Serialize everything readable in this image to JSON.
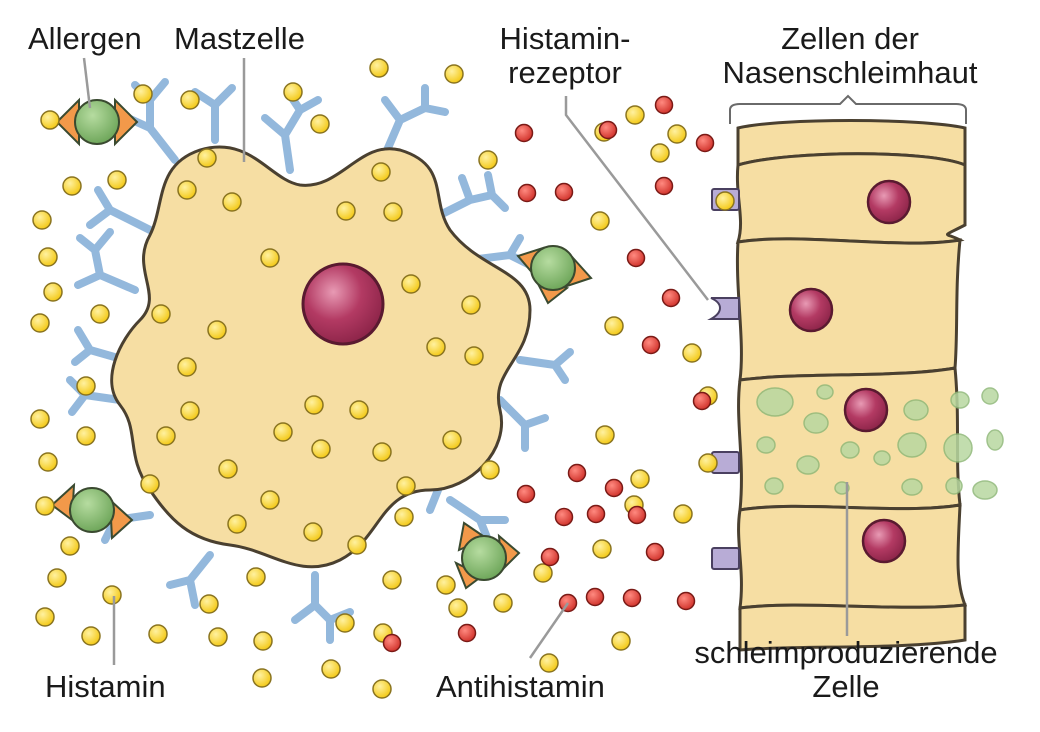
{
  "labels": {
    "allergen": "Allergen",
    "mastzelle": "Mastzelle",
    "histaminrezeptor_line1": "Histamin-",
    "histaminrezeptor_line2": "rezeptor",
    "nasenschleimhaut_line1": "Zellen der",
    "nasenschleimhaut_line2": "Nasenschleimhaut",
    "histamin": "Histamin",
    "antihistamin": "Antihistamin",
    "schleimzelle_line1": "schleimproduzierende",
    "schleimzelle_line2": "Zelle"
  },
  "colors": {
    "cell_fill": "#f6dea3",
    "cell_stroke": "#4a4030",
    "nucleus": "#a8315a",
    "histamine": "#f7d21c",
    "antihistamine": "#d93a32",
    "receptor_blue": "#8fb3d8",
    "receptor_purple": "#b8acd6",
    "allergen_green": "#7fb56a",
    "allergen_orange": "#f2994a",
    "mucus_green": "#b8d8a0",
    "leader_line": "#9a9a9a"
  }
}
